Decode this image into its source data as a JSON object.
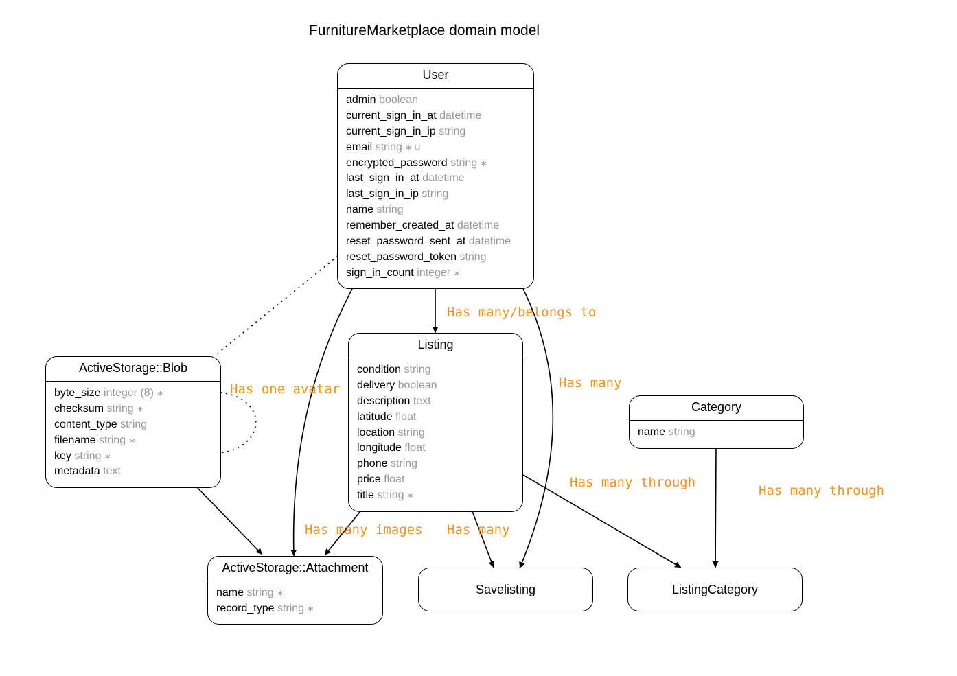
{
  "title": "FurnitureMarketplace domain model",
  "colors": {
    "label": "#f0961e",
    "attr_type": "#999999",
    "line": "#000000"
  },
  "entities": {
    "user": {
      "name": "User",
      "attrs": [
        {
          "name": "admin",
          "type": "boolean",
          "mark": ""
        },
        {
          "name": "current_sign_in_at",
          "type": "datetime",
          "mark": ""
        },
        {
          "name": "current_sign_in_ip",
          "type": "string",
          "mark": ""
        },
        {
          "name": "email",
          "type": "string",
          "mark": "∗ U"
        },
        {
          "name": "encrypted_password",
          "type": "string",
          "mark": "∗"
        },
        {
          "name": "last_sign_in_at",
          "type": "datetime",
          "mark": ""
        },
        {
          "name": "last_sign_in_ip",
          "type": "string",
          "mark": ""
        },
        {
          "name": "name",
          "type": "string",
          "mark": ""
        },
        {
          "name": "remember_created_at",
          "type": "datetime",
          "mark": ""
        },
        {
          "name": "reset_password_sent_at",
          "type": "datetime",
          "mark": ""
        },
        {
          "name": "reset_password_token",
          "type": "string",
          "mark": ""
        },
        {
          "name": "sign_in_count",
          "type": "integer",
          "mark": "∗"
        }
      ]
    },
    "listing": {
      "name": "Listing",
      "attrs": [
        {
          "name": "condition",
          "type": "string",
          "mark": ""
        },
        {
          "name": "delivery",
          "type": "boolean",
          "mark": ""
        },
        {
          "name": "description",
          "type": "text",
          "mark": ""
        },
        {
          "name": "latitude",
          "type": "float",
          "mark": ""
        },
        {
          "name": "location",
          "type": "string",
          "mark": ""
        },
        {
          "name": "longitude",
          "type": "float",
          "mark": ""
        },
        {
          "name": "phone",
          "type": "string",
          "mark": ""
        },
        {
          "name": "price",
          "type": "float",
          "mark": ""
        },
        {
          "name": "title",
          "type": "string",
          "mark": "∗"
        }
      ]
    },
    "blob": {
      "name": "ActiveStorage::Blob",
      "attrs": [
        {
          "name": "byte_size",
          "type": "integer (8)",
          "mark": "∗"
        },
        {
          "name": "checksum",
          "type": "string",
          "mark": "∗"
        },
        {
          "name": "content_type",
          "type": "string",
          "mark": ""
        },
        {
          "name": "filename",
          "type": "string",
          "mark": "∗"
        },
        {
          "name": "key",
          "type": "string",
          "mark": "∗"
        },
        {
          "name": "metadata",
          "type": "text",
          "mark": ""
        }
      ]
    },
    "category": {
      "name": "Category",
      "attrs": [
        {
          "name": "name",
          "type": "string",
          "mark": ""
        }
      ]
    },
    "attachment": {
      "name": "ActiveStorage::Attachment",
      "attrs": [
        {
          "name": "name",
          "type": "string",
          "mark": "∗"
        },
        {
          "name": "record_type",
          "type": "string",
          "mark": "∗"
        }
      ]
    },
    "savelisting": {
      "name": "Savelisting"
    },
    "listing_category": {
      "name": "ListingCategory"
    }
  },
  "labels": {
    "has_many_belongs_to": "Has many/belongs to",
    "has_one_avatar": "Has one avatar",
    "has_many_user_savelisting": "Has many",
    "has_many_through_listing": "Has many through",
    "has_many_through_category": "Has many through",
    "has_many_images": "Has many images",
    "has_many_listing_savelisting": "Has many"
  }
}
